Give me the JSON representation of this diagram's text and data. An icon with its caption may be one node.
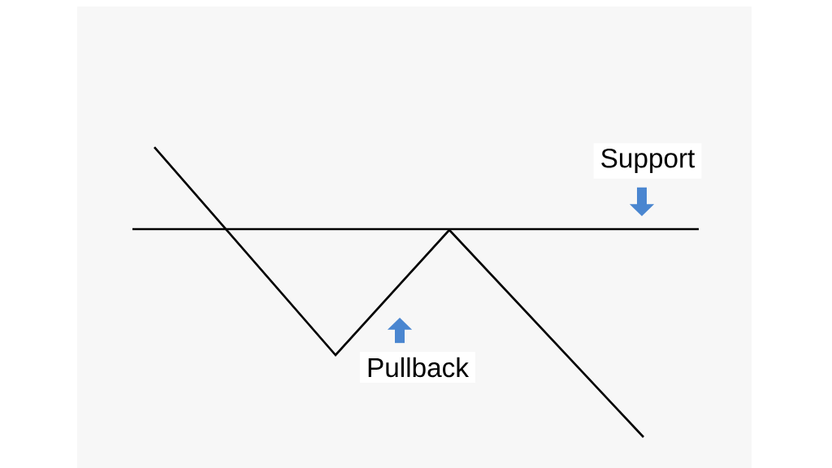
{
  "diagram": {
    "nodes": [
      {
        "text": [
          "Support"
        ]
      },
      {
        "text": [
          "Pullback"
        ]
      }
    ],
    "edges": [
      {
        "from": 0,
        "to": null,
        "arrow": "to"
      },
      {
        "from": 1,
        "to": null,
        "arrow": "to"
      }
    ]
  }
}
